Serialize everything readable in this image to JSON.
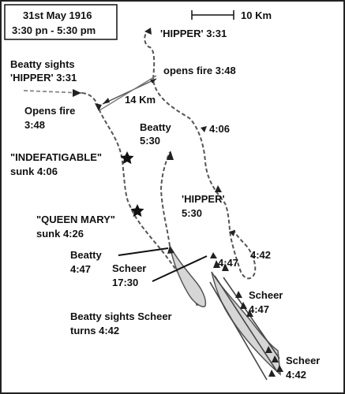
{
  "legend": {
    "date": "31st May 1916",
    "time_range": "3:30 pn - 5:30 pm",
    "scale_label": "10 Km"
  },
  "labels": {
    "hipper_331": "'HIPPER'  3:31",
    "hipper_opens_fire": "opens fire 3:48",
    "beatty_sights_1": "Beatty sights",
    "beatty_sights_2": "'HIPPER'  3:31",
    "beatty_opens_fire_1": "Opens fire",
    "beatty_opens_fire_2": "3:48",
    "distance": "14 Km",
    "beatty_530_1": "Beatty",
    "beatty_530_2": "5:30",
    "hipper_406": "4:06",
    "indefatigable_1": "\"INDEFATIGABLE\"",
    "indefatigable_2": "sunk 4:06",
    "hipper_530_1": "'HIPPER'",
    "hipper_530_2": "5:30",
    "queen_mary_1": "\"QUEEN MARY\"",
    "queen_mary_2": "sunk 4:26",
    "beatty_447_1": "Beatty",
    "beatty_447_2": "4:47",
    "scheer_1730_1": "Scheer",
    "scheer_1730_2": "17:30",
    "hipper_447": "4:47",
    "hipper_442": "4:42",
    "scheer_447_1": "Scheer",
    "scheer_447_2": "4:47",
    "beatty_sights_scheer_1": "Beatty sights Scheer",
    "beatty_sights_scheer_2": "turns 4:42",
    "scheer_442_1": "Scheer",
    "scheer_442_2": "4:42"
  }
}
